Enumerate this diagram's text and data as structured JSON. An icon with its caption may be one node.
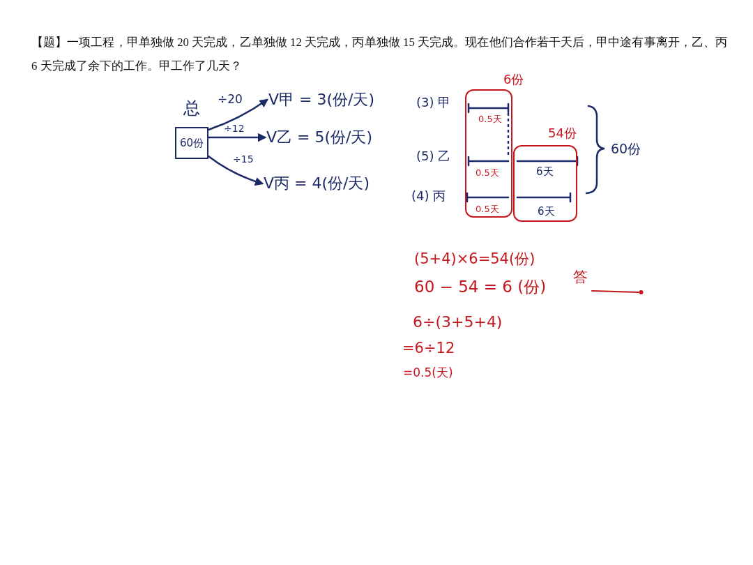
{
  "diagram": {
    "title": "【题】一项工程，甲单独做 20 天完成，乙单独做 12 天完成，丙单独做 15 天完成。现在他们合作若干天后，甲中途有事离开，乙、丙 6 天完成了余下的工作。甲工作了几天？",
    "nodes": [
      {
        "text": [
          "总",
          "60份"
        ]
      },
      {
        "text": [
          "V甲 = 3(份/天)"
        ]
      },
      {
        "text": [
          "V乙 = 5(份/天)"
        ]
      },
      {
        "text": [
          "V丙 = 4(份/天)"
        ]
      },
      {
        "text": [
          "6份",
          "0.5天",
          "0.5天",
          "0.5天"
        ]
      },
      {
        "text": [
          "54份",
          "6天",
          "6天"
        ]
      }
    ],
    "edges": [
      {
        "from": 0,
        "to": 1,
        "arrow": "to",
        "label": "÷20"
      },
      {
        "from": 0,
        "to": 2,
        "arrow": "to",
        "label": "÷12"
      },
      {
        "from": 0,
        "to": 3,
        "arrow": "to",
        "label": "÷15"
      }
    ],
    "labels": [
      "(3) 甲",
      "60份",
      "(5) 乙",
      "(4) 丙",
      "(5+4)×6=54(份)",
      "60 − 54 = 6 (份)",
      "答",
      "6÷(3+5+4)",
      "=6÷12",
      "=0.5(天)"
    ]
  }
}
